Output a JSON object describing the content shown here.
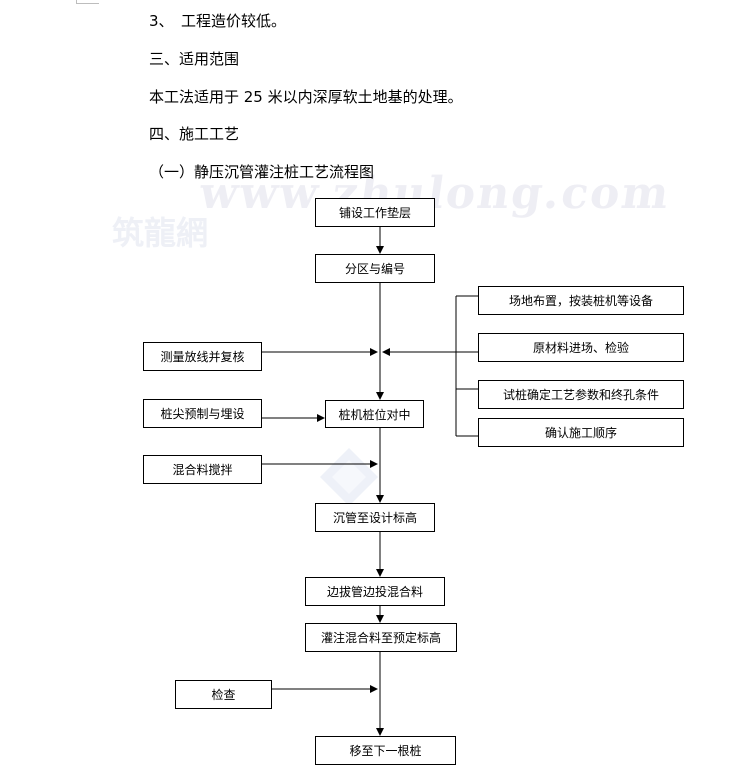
{
  "document": {
    "item3": "3、　工程造价较低。",
    "section3_heading": "三、适用范围",
    "scope_text": "本工法适用于 25 米以内深厚软土地基的处理。",
    "section4_heading": "四、施工工艺",
    "subsection1_heading": "（一）静压沉管灌注桩工艺流程图"
  },
  "watermark": {
    "url": "www.zhulong.com",
    "cn": "筑龍網"
  },
  "flowchart": {
    "main_steps": [
      "铺设工作垫层",
      "分区与编号",
      "桩机桩位对中",
      "沉管至设计标高",
      "边拔管边投混合料",
      "灌注混合料至预定标高",
      "移至下一根桩"
    ],
    "left_inputs": [
      "测量放线并复核",
      "桩尖预制与埋设",
      "混合料搅拌",
      "检查"
    ],
    "right_inputs": [
      "场地布置，按装桩机等设备",
      "原材料进场、检验",
      "试桩确定工艺参数和终孔条件",
      "确认施工顺序"
    ]
  }
}
